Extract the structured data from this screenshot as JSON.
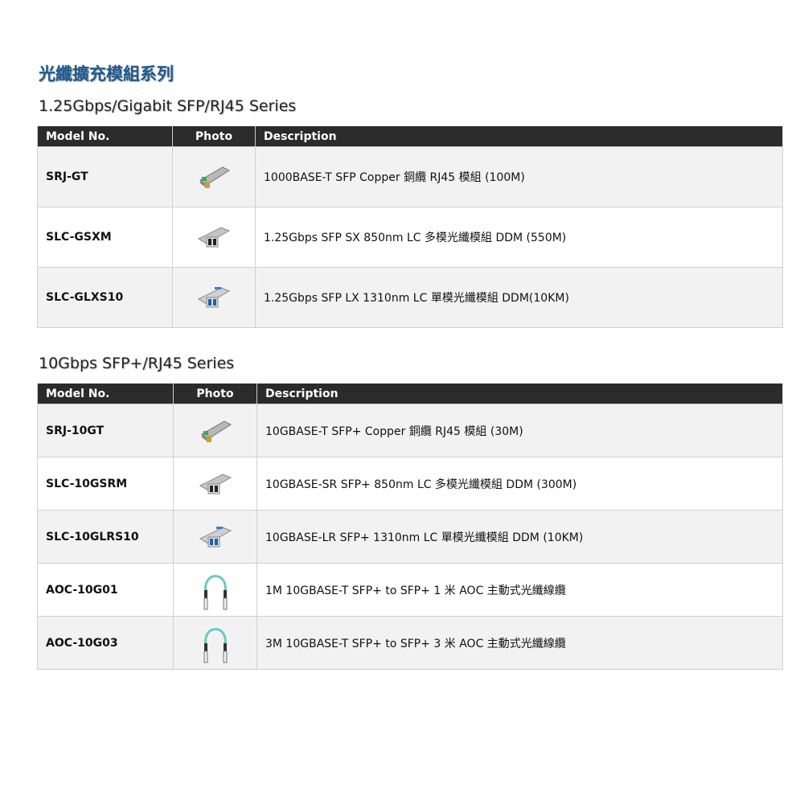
{
  "title": "光纖擴充模組系列",
  "headers": {
    "model": "Model No.",
    "photo": "Photo",
    "description": "Description"
  },
  "sections": [
    {
      "heading": "1.25Gbps/Gigabit SFP/RJ45 Series",
      "rows": [
        {
          "model": "SRJ-GT",
          "photo": "sfp-copper",
          "description": "1000BASE-T SFP Copper 銅纜 RJ45 模組 (100M)"
        },
        {
          "model": "SLC-GSXM",
          "photo": "sfp-multimode",
          "description": "1.25Gbps SFP SX 850nm LC 多模光纖模組 DDM (550M)"
        },
        {
          "model": "SLC-GLXS10",
          "photo": "sfp-singlemode",
          "description": "1.25Gbps SFP LX 1310nm LC 單模光纖模組 DDM(10KM)"
        }
      ]
    },
    {
      "heading": "10Gbps SFP+/RJ45 Series",
      "rows": [
        {
          "model": "SRJ-10GT",
          "photo": "sfp-copper",
          "description": "10GBASE-T SFP+ Copper 銅纜 RJ45 模組 (30M)"
        },
        {
          "model": "SLC-10GSRM",
          "photo": "sfp-multimode",
          "description": "10GBASE-SR SFP+ 850nm LC 多模光纖模組 DDM (300M)"
        },
        {
          "model": "SLC-10GLRS10",
          "photo": "sfp-singlemode",
          "description": "10GBASE-LR SFP+ 1310nm LC 單模光纖模組 DDM (10KM)"
        },
        {
          "model": "AOC-10G01",
          "photo": "aoc-cable",
          "description": "1M 10GBASE-T SFP+ to SFP+ 1 米 AOC 主動式光纖線纜"
        },
        {
          "model": "AOC-10G03",
          "photo": "aoc-cable",
          "description": "3M 10GBASE-T SFP+ to SFP+ 3 米 AOC 主動式光纖線纜"
        }
      ]
    }
  ]
}
